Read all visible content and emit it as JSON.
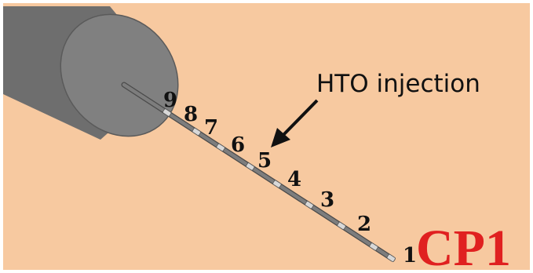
{
  "background_color": "#f7c9a0",
  "cylinder": {
    "side_color": "#6e6e6e",
    "face_color": "#808080",
    "edge_color": "#5a5a5a"
  },
  "borehole": {
    "color": "#7d7d7d",
    "packer_color": "#d8d8d8",
    "interval_labels": [
      "1",
      "2",
      "3",
      "4",
      "5",
      "6",
      "7",
      "8",
      "9"
    ]
  },
  "annotation": {
    "text": "HTO injection",
    "points_to_interval": "5"
  },
  "label": {
    "text": "CP1",
    "color": "#e02020"
  }
}
